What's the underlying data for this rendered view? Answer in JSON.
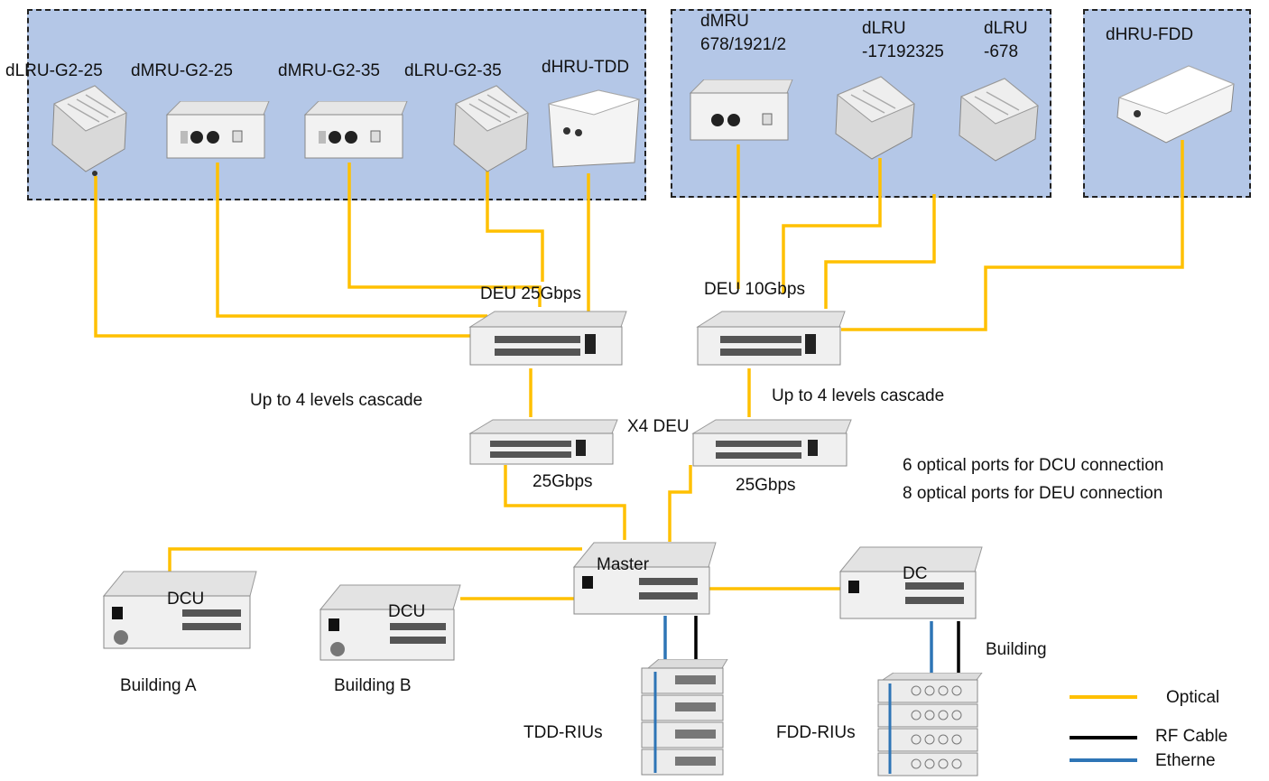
{
  "remote_units": {
    "group1": [
      {
        "id": "dlru-g2-25",
        "label": "dLRU-G2-25"
      },
      {
        "id": "dmru-g2-25",
        "label": "dMRU-G2-25"
      },
      {
        "id": "dmru-g2-35",
        "label": "dMRU-G2-35"
      },
      {
        "id": "dlru-g2-35",
        "label": "dLRU-G2-35"
      },
      {
        "id": "dhru-tdd",
        "label": "dHRU-TDD"
      }
    ],
    "group2": [
      {
        "id": "dmru-678",
        "label": "dMRU\n678/1921/2"
      },
      {
        "id": "dlru-1719",
        "label": "dLRU\n-17192325"
      },
      {
        "id": "dlru-678",
        "label": "dLRU\n-678"
      }
    ],
    "group3": [
      {
        "id": "dhru-fdd",
        "label": "dHRU-FDD"
      }
    ]
  },
  "deu": {
    "left_label": "DEU 25Gbps",
    "right_label": "DEU 10Gbps",
    "cascade_left": "Up to 4 levels cascade",
    "cascade_right": "Up to 4 levels cascade",
    "x4_label": "X4 DEU",
    "speed_left": "25Gbps",
    "speed_right": "25Gbps"
  },
  "ports_note": [
    "6 optical ports for DCU connection",
    "8 optical ports for DEU connection"
  ],
  "head_end": {
    "master": "Master",
    "dc": "DC",
    "dcu_a": "DCU",
    "dcu_b": "DCU",
    "building_a": "Building A",
    "building_b": "Building B",
    "building": "Building",
    "tdd_rius": "TDD-RIUs",
    "fdd_rius": "FDD-RIUs"
  },
  "legend": [
    {
      "label": "Optical",
      "color": "#ffc000"
    },
    {
      "label": "RF Cable",
      "color": "#000000"
    },
    {
      "label": "Etherne",
      "color": "#2e75b6"
    }
  ]
}
